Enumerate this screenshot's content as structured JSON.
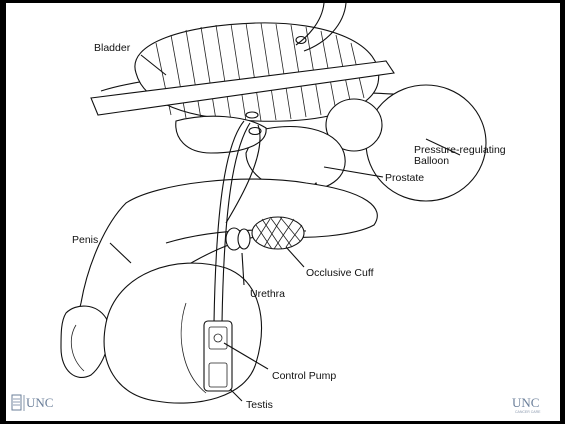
{
  "diagram": {
    "labels": {
      "bladder": "Bladder",
      "balloon_line1": "Pressure-regulating",
      "balloon_line2": "Balloon",
      "prostate": "Prostate",
      "penis": "Penis",
      "occlusive_cuff": "Occlusive Cuff",
      "urethra": "Urethra",
      "control_pump": "Control Pump",
      "testis": "Testis"
    }
  },
  "footer": {
    "logo_left": "UNC",
    "logo_right": "UNC",
    "logo_right_sub": "CANCER CARE"
  }
}
